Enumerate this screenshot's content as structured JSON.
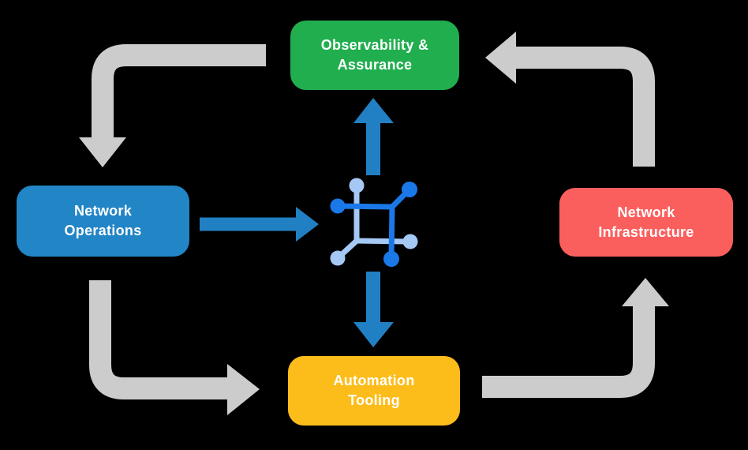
{
  "colors": {
    "background": "#000000",
    "box-green": "#21ae4f",
    "box-blue": "#2285c6",
    "box-red": "#fb5f5d",
    "box-yellow": "#fcbd1b",
    "arrow-gray": "#cccccc",
    "arrow-blue": "#2180c4",
    "icon-dark": "#1a78e8",
    "icon-light": "#a6c8f5",
    "text": "#ffffff"
  },
  "nodes": {
    "observability": {
      "line1": "Observability &",
      "line2": "Assurance"
    },
    "operations": {
      "line1": "Network",
      "line2": "Operations"
    },
    "infrastructure": {
      "line1": "Network",
      "line2": "Infrastructure"
    },
    "automation": {
      "line1": "Automation",
      "line2": "Tooling"
    }
  },
  "edges": [
    {
      "from": "observability",
      "to": "operations",
      "style": "gray-elbow"
    },
    {
      "from": "operations",
      "to": "automation",
      "style": "gray-elbow"
    },
    {
      "from": "automation",
      "to": "infrastructure",
      "style": "gray-elbow"
    },
    {
      "from": "infrastructure",
      "to": "observability",
      "style": "gray-elbow"
    },
    {
      "from": "operations",
      "to": "center-icon",
      "style": "blue-straight"
    },
    {
      "from": "center-icon",
      "to": "observability",
      "style": "blue-straight"
    },
    {
      "from": "center-icon",
      "to": "automation",
      "style": "blue-straight"
    }
  ],
  "center_icon": "network-automation-icon"
}
